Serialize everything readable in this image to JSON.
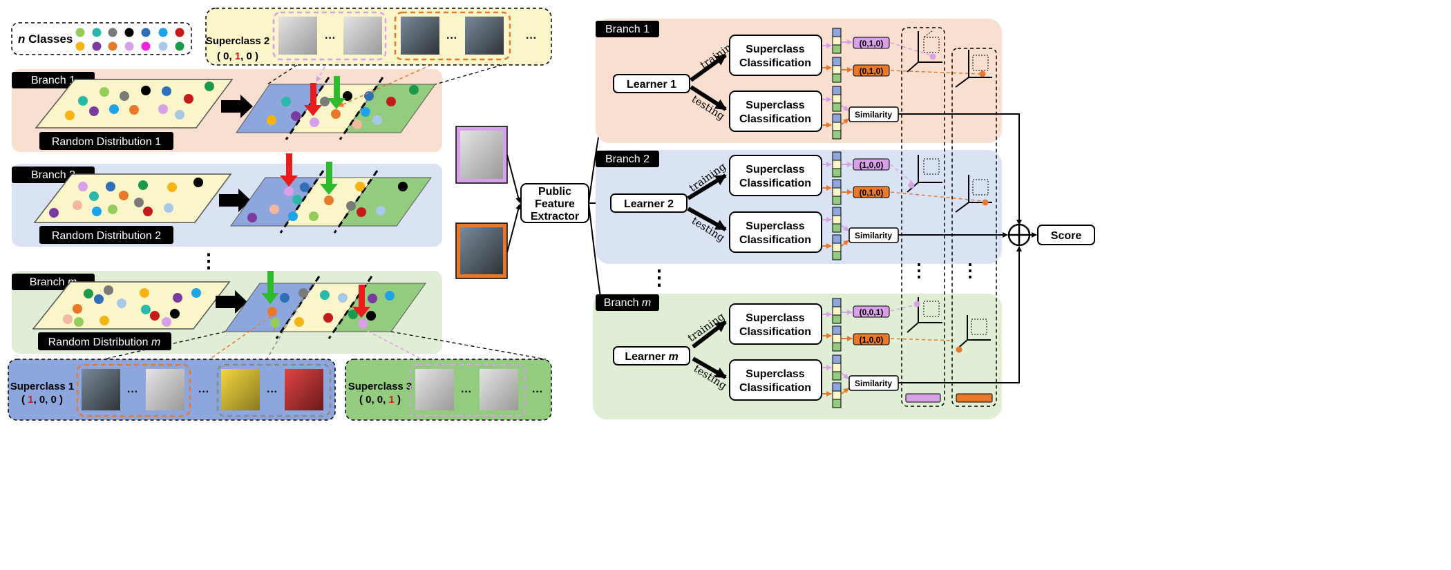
{
  "legend": {
    "n": "n",
    "classes": " Classes"
  },
  "colors": {
    "orange_panel": "#f9dfcf",
    "blue_panel": "#d9e3f3",
    "green_panel": "#dfeed5",
    "yellow": "#fbf6c9",
    "lilac": "#d8a0e8",
    "orange": "#e8782a",
    "grey": "#8a8a8a",
    "plane_blue": "#8ea6de",
    "plane_green": "#93cc7e"
  },
  "left": {
    "branch1": "Branch 1",
    "branch2": "Branch 2",
    "branch_m": "Branch ",
    "branch_m_var": "m",
    "rd1": "Random Distribution 1",
    "rd2": "Random Distribution 2",
    "rd_m": "Random Distribution ",
    "rd_m_var": "m",
    "ellipsis": "⋮"
  },
  "superclasses": {
    "sc2": {
      "name": "Superclass 2",
      "code_a": "( 0, ",
      "code_hl": "1",
      "code_b": ", 0 )"
    },
    "sc1": {
      "name": "Superclass 1",
      "code_a": "( ",
      "code_hl": "1",
      "code_b": ", 0, 0 )"
    },
    "sc3": {
      "name": "Superclass 3",
      "code_a": "( 0, 0, ",
      "code_hl": "1",
      "code_b": " )"
    },
    "dots": "···"
  },
  "center": {
    "extractor": [
      "Public",
      "Feature",
      "Extractor"
    ]
  },
  "right": {
    "branch1": "Branch 1",
    "branch2": "Branch 2",
    "branch_m": "Branch ",
    "branch_m_var": "m",
    "learner1": "Learner 1",
    "learner2": "Learner 2",
    "learner_m": "Learner ",
    "learner_m_var": "m",
    "training": "training",
    "testing": "testing",
    "sc_line1": "Superclass",
    "sc_line2": "Classification",
    "similarity": "Similarity",
    "score": "Score",
    "codes": {
      "b1_purple": "(0,1,0)",
      "b1_orange": "(0,1,0)",
      "b2_purple": "(1,0,0)",
      "b2_orange": "(0,1,0)",
      "bm_purple": "(0,0,1)",
      "bm_orange": "(1,0,0)"
    },
    "ellipsis": "⋮"
  }
}
